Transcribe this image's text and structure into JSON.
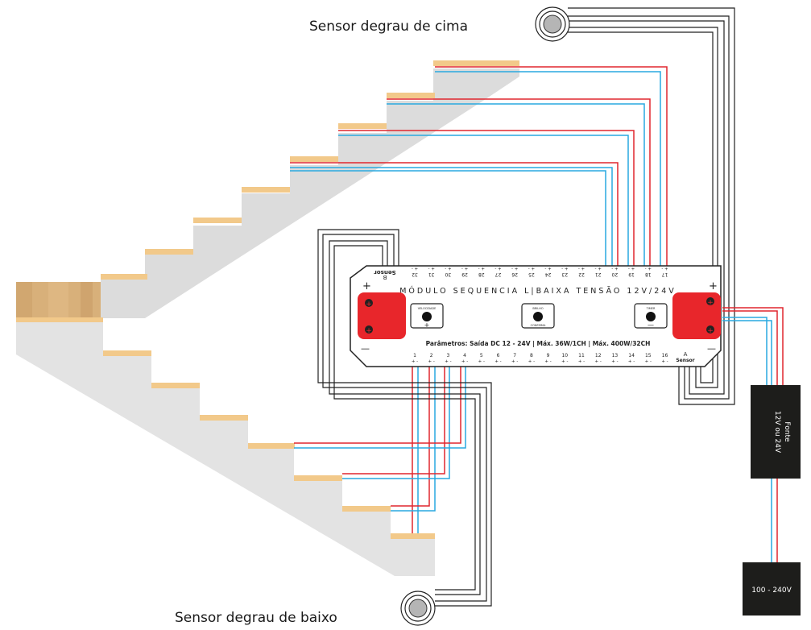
{
  "labels": {
    "top_sensor": "Sensor degrau de cima",
    "bottom_sensor": "Sensor degrau de baixo"
  },
  "module": {
    "title": "MÓDULO SEQUENCIA L|BAIXA TENSÃO 12V/24V",
    "params": "Parâmetros: Saída DC 12 - 24V | Máx. 36W/1CH | Máx. 400W/32CH",
    "plus": "+",
    "minus": "—",
    "knob_speed_label": "VELOCIDADE",
    "knob_speed_sign": "+",
    "knob_bright_label": "BRILHO",
    "knob_bright_sub": "CONFIRMA",
    "knob_timer_label": "TIMER",
    "knob_timer_sign": "—",
    "sensor_a_letter": "A",
    "sensor_a_word": "Sensor",
    "sensor_b_letter": "B",
    "sensor_b_word": "Sensor",
    "terminal_pol": "+ -",
    "bottom_terminals": [
      "1",
      "2",
      "3",
      "4",
      "5",
      "6",
      "7",
      "8",
      "9",
      "10",
      "11",
      "12",
      "13",
      "14",
      "15",
      "16"
    ],
    "top_terminals": [
      "32",
      "31",
      "30",
      "29",
      "28",
      "27",
      "26",
      "25",
      "24",
      "23",
      "22",
      "21",
      "20",
      "19",
      "18",
      "17"
    ]
  },
  "power_supply": {
    "line1": "Fonte",
    "line2": "12V ou 24V"
  },
  "mains": {
    "label": "100 - 240V"
  },
  "colors": {
    "positive_wire": "#e0262e",
    "negative_wire": "#29a9e0",
    "sensor_cable": "#222222",
    "terminal_block": "#e8262b",
    "supply": "#1d1d1b",
    "stair": "#dcdcdc",
    "tread": "#f2c98a"
  }
}
